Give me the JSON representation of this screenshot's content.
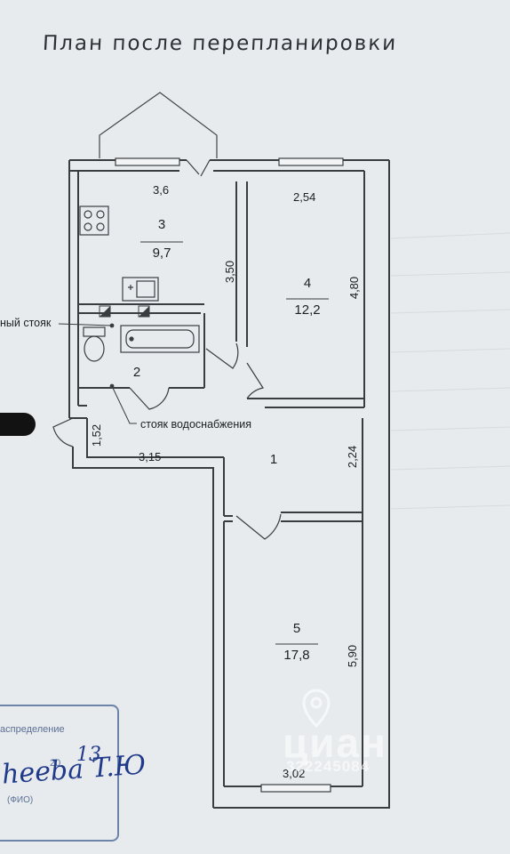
{
  "title": "План после перепланировки",
  "rooms": [
    {
      "num": "3",
      "area": "9,7"
    },
    {
      "num": "4",
      "area": "12,2"
    },
    {
      "num": "2",
      "area": ""
    },
    {
      "num": "1",
      "area": ""
    },
    {
      "num": "5",
      "area": "17,8"
    }
  ],
  "dims": {
    "kitchen_w": "3,6",
    "kitchen_h": "3,50",
    "room4_w": "2,54",
    "room4_h": "4,80",
    "hall_h": "1,52",
    "hall_w": "3,15",
    "corr_h": "2,24",
    "room5_h": "5,90",
    "room5_w": "3,02"
  },
  "notes": {
    "sewer_riser": "ный стояк",
    "water_riser": "стояк водоснабжения"
  },
  "stamp": {
    "line1": "аспределение",
    "line2": "20",
    "line3": "(ФИО)",
    "signature": "heeba T.Ю",
    "date_mark": "13"
  },
  "watermark": {
    "brand": "циан",
    "id": "322245084"
  }
}
